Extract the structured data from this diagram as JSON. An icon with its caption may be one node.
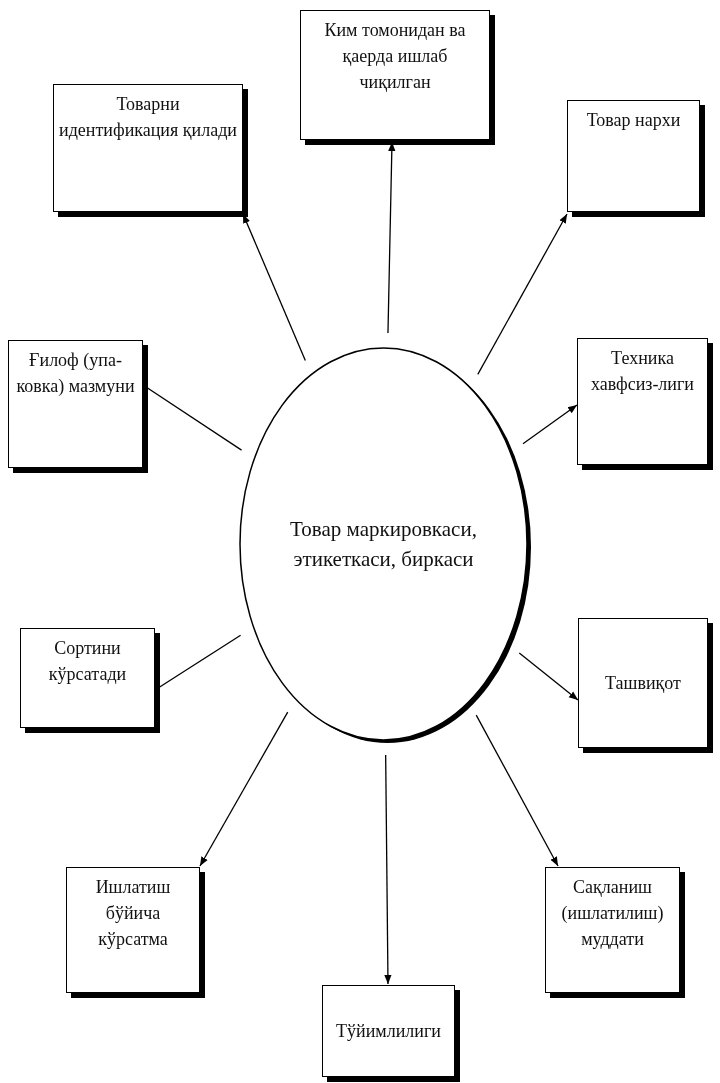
{
  "diagram": {
    "nodes": [
      {
        "text": [
          "Товар маркировкаси, этикеткаси, биркаси"
        ]
      },
      {
        "text": [
          "Ким томонидан ва қаерда ишлаб чиқилган"
        ]
      },
      {
        "text": [
          "Товарни идентификация қилади"
        ]
      },
      {
        "text": [
          "Товар нархи"
        ]
      },
      {
        "text": [
          "Ғилоф (упа-ковка) мазмуни"
        ]
      },
      {
        "text": [
          "Техника хавфсиз-лиги"
        ]
      },
      {
        "text": [
          "Сортини кўрсатади"
        ]
      },
      {
        "text": [
          "Ташвиқот"
        ]
      },
      {
        "text": [
          "Ишлатиш бўйича кўрсатма"
        ]
      },
      {
        "text": [
          "Сақланиш (ишлатилиш) муддати"
        ]
      },
      {
        "text": [
          "Тўйимлилиги"
        ]
      }
    ],
    "edges": [
      {
        "from": 0,
        "to": 1,
        "arrow": "to"
      },
      {
        "from": 0,
        "to": 2,
        "arrow": "to"
      },
      {
        "from": 0,
        "to": 3,
        "arrow": "to"
      },
      {
        "from": 0,
        "to": 4,
        "arrow": "none"
      },
      {
        "from": 0,
        "to": 5,
        "arrow": "to"
      },
      {
        "from": 0,
        "to": 6,
        "arrow": "none"
      },
      {
        "from": 0,
        "to": 7,
        "arrow": "to"
      },
      {
        "from": 0,
        "to": 8,
        "arrow": "to"
      },
      {
        "from": 0,
        "to": 9,
        "arrow": "to"
      },
      {
        "from": 0,
        "to": 10,
        "arrow": "to"
      }
    ]
  }
}
